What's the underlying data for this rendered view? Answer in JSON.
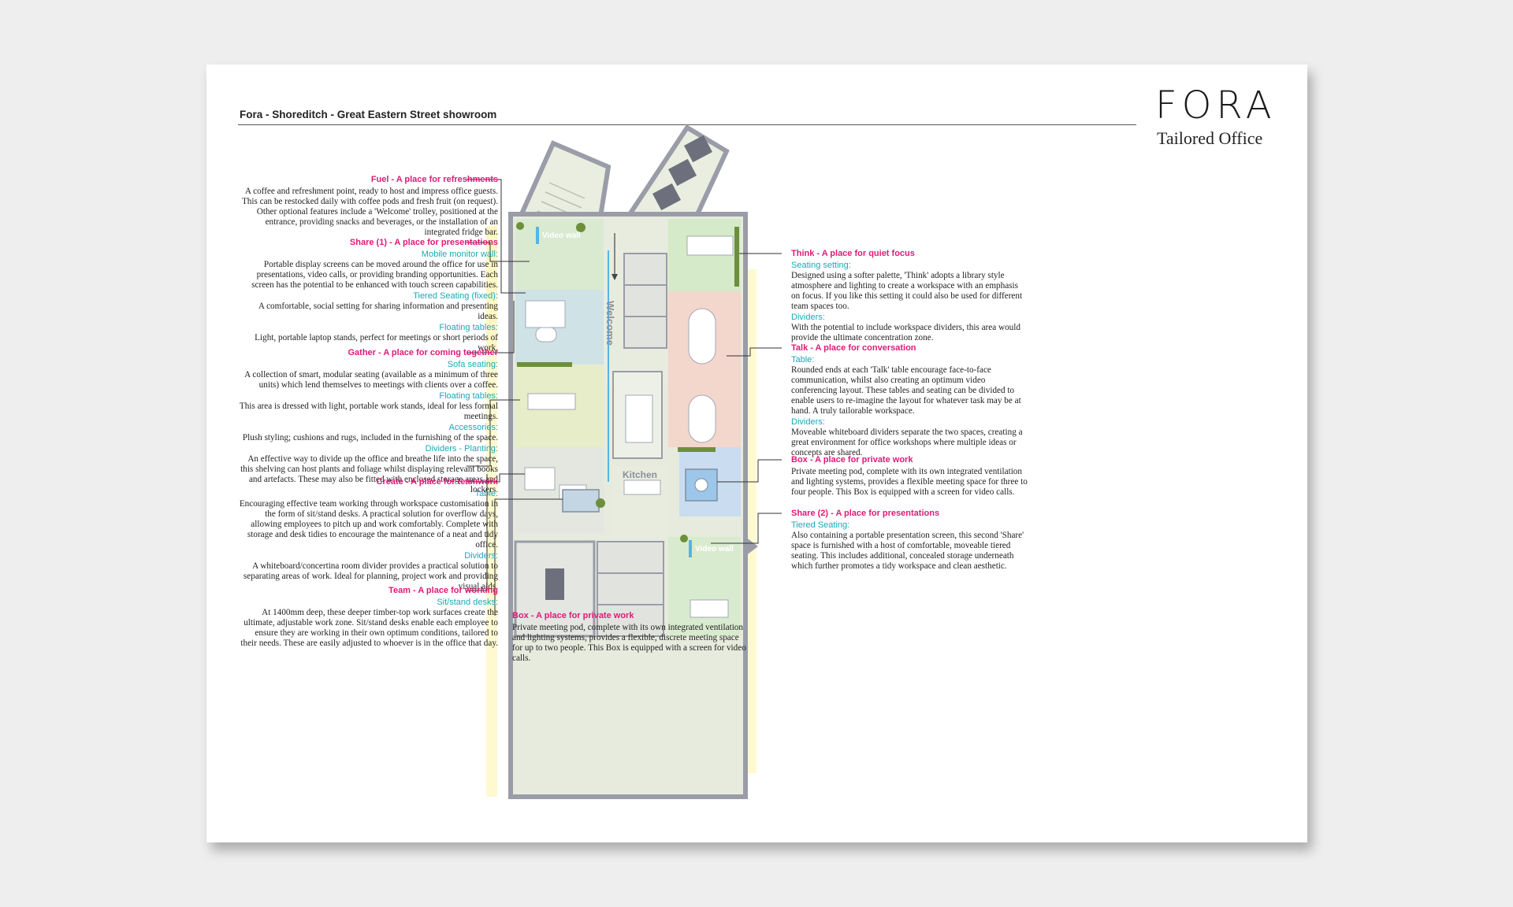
{
  "document": {
    "title": "Fora - Shoreditch - Great Eastern Street showroom",
    "logo_word": "FORA",
    "logo_sub": "Tailored Office"
  },
  "plan_labels": {
    "welcome": "Welcome",
    "kitchen": "Kitchen",
    "video_wall_1": "Video wall",
    "video_wall_2": "Video wall"
  },
  "colors": {
    "accent_heading": "#e01a78",
    "accent_sub": "#1aa8b8"
  },
  "left_blocks": [
    {
      "heading": "Fuel - A place for refreshments",
      "items": [
        {
          "sub": "",
          "text": "A coffee and refreshment point, ready to host and impress office guests. This can be restocked daily with coffee pods and fresh fruit (on request). Other optional features include a 'Welcome' trolley, positioned at the entrance, providing snacks and beverages, or the installation of an integrated fridge bar."
        }
      ]
    },
    {
      "heading": "Share (1) - A place for presentations",
      "items": [
        {
          "sub": "Mobile monitor wall:",
          "text": "Portable display screens can be moved around the office for use in presentations, video calls, or providing branding opportunities. Each screen has the potential to be enhanced with touch screen capabilities."
        },
        {
          "sub": "Tiered Seating (fixed):",
          "text": "A comfortable, social setting for sharing information and presenting ideas."
        },
        {
          "sub": "Floating tables:",
          "text": "Light, portable laptop stands, perfect for meetings or short periods of work."
        }
      ]
    },
    {
      "heading": "Gather - A place for coming together",
      "items": [
        {
          "sub": "Sofa seating:",
          "text": "A collection of smart, modular seating (available as a minimum of three units) which lend themselves to meetings with clients over a coffee."
        },
        {
          "sub": "Floating tables:",
          "text": "This area is dressed with light, portable work stands, ideal for less formal meetings."
        },
        {
          "sub": "Accessories:",
          "text": "Plush styling; cushions and rugs, included in the furnishing of the space."
        },
        {
          "sub": "Dividers - Planting:",
          "text": "An effective way to divide up the office and breathe life into the space, this shelving can host plants and foliage whilst displaying relevant books and artefacts. These may also be fitted with enclosed storage areas and lockers."
        }
      ]
    },
    {
      "heading": "Create - A place for teamwork",
      "items": [
        {
          "sub": "Table:",
          "text": "Encouraging effective team working through workspace customisation in the form of sit/stand desks. A practical solution for overflow days, allowing employees to pitch up and work comfortably. Complete with storage and desk tidies to encourage the maintenance of a neat and tidy office."
        },
        {
          "sub": "Dividers:",
          "text": "A whiteboard/concertina room divider provides a practical solution to separating areas of work. Ideal for planning, project work and providing visual aids."
        }
      ]
    },
    {
      "heading": "Team - A place for working",
      "items": [
        {
          "sub": "Sit/stand desks:",
          "text": "At 1400mm deep, these deeper timber-top work surfaces create the ultimate, adjustable work zone. Sit/stand desks enable each employee to ensure they are working in their own optimum conditions, tailored to their needs. These are easily adjusted to whoever is in the office that day."
        }
      ]
    }
  ],
  "right_blocks": [
    {
      "heading": "Think - A place for quiet focus",
      "items": [
        {
          "sub": "Seating setting:",
          "text": "Designed using a softer palette, 'Think' adopts a library style atmosphere and lighting to create a workspace with an emphasis on focus. If you like this setting it could also be used for different team spaces too."
        },
        {
          "sub": "Dividers:",
          "text": "With the potential to include workspace dividers, this area would provide the ultimate concentration zone."
        }
      ]
    },
    {
      "heading": "Talk - A place for conversation",
      "items": [
        {
          "sub": "Table:",
          "text": "Rounded ends at each 'Talk' table encourage face-to-face communication, whilst also creating an optimum video conferencing layout. These tables and seating can be divided to enable users to re-imagine the layout for whatever task may be at hand. A truly tailorable workspace."
        },
        {
          "sub": "Dividers:",
          "text": "Moveable whiteboard dividers separate the two spaces, creating a great environment for office workshops where multiple ideas or concepts are shared."
        }
      ]
    },
    {
      "heading": "Box - A place for private work",
      "items": [
        {
          "sub": "",
          "text": "Private meeting pod, complete with its own integrated ventilation and lighting systems, provides a flexible meeting space for three to four people. This Box is equipped with a screen for video calls."
        }
      ]
    },
    {
      "heading": "Share (2) - A place for presentations",
      "items": [
        {
          "sub": "Tiered Seating:",
          "text": "Also containing a portable presentation screen, this second 'Share' space is furnished with a host of comfortable, moveable tiered seating. This includes additional, concealed storage underneath which further promotes a tidy workspace and clean aesthetic."
        }
      ]
    }
  ],
  "bottom_block": {
    "heading": "Box - A place for private work",
    "items": [
      {
        "sub": "",
        "text": "Private meeting pod, complete with its own integrated ventilation and lighting systems, provides a flexible, discrete meeting space for up to two people. This Box is equipped with a screen for video calls."
      }
    ]
  }
}
